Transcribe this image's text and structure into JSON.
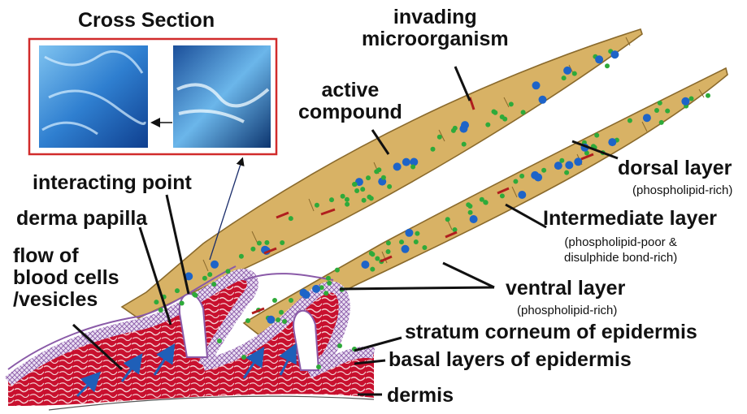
{
  "title": "Cross Section",
  "labels": {
    "invading": "invading\nmicroorganism",
    "active": "active\ncompound",
    "interacting": "interacting point",
    "derma": "derma papilla",
    "flow": "flow of\nblood cells\n/vesicles",
    "dorsal": "dorsal layer",
    "dorsal_sub": "(phospholipid-rich)",
    "intermediate": "Intermediate layer",
    "intermediate_sub": "(phospholipid-poor &\ndisulphide bond-rich)",
    "ventral": "ventral layer",
    "ventral_sub": "(phospholipid-rich)",
    "stratum": "stratum corneum of epidermis",
    "basal": "basal layers of epidermis",
    "dermis": "dermis"
  },
  "colors": {
    "hair": "#d8b265",
    "hair_edge": "#8a6a2c",
    "dermis": "#c8102e",
    "epidermis": "#8a5aa8",
    "compound": "#1e64c8",
    "particle": "#2eaa3a",
    "microbe": "#b01e1e",
    "frame": "#d12b2b"
  }
}
